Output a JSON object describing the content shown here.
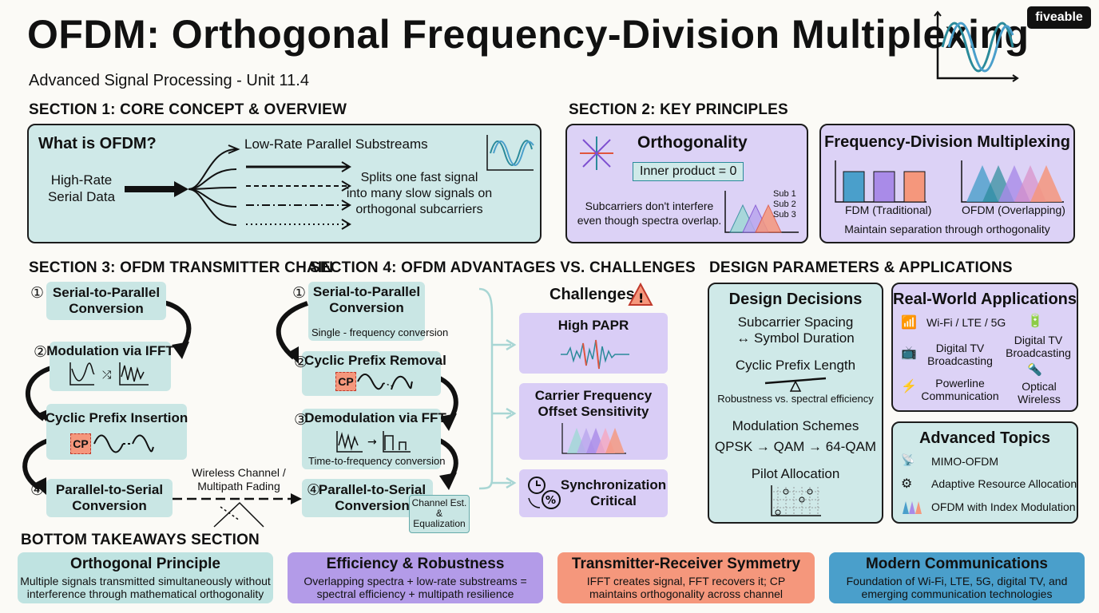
{
  "header": {
    "title": "OFDM: Orthogonal Frequency-Division Multiplexing",
    "subtitle": "Advanced Signal Processing - Unit 11.4",
    "brand": "fiveable"
  },
  "section1": {
    "heading": "SECTION 1: CORE CONCEPT & OVERVIEW",
    "box_title": "What is OFDM?",
    "input_label": "High-Rate\nSerial Data",
    "streams_label": "Low-Rate Parallel Substreams",
    "description": "Splits one fast signal\ninto many slow signals on\northogonal subcarriers"
  },
  "section2": {
    "heading": "SECTION 2: KEY PRINCIPLES",
    "orthogonality": {
      "title": "Orthogonality",
      "formula": "Inner product = 0",
      "desc": "Subcarriers don't interfere\neven though spectra overlap.",
      "sub_labels": [
        "Sub 1",
        "Sub 2",
        "Sub 3"
      ]
    },
    "fdm": {
      "title": "Frequency-Division Multiplexing",
      "left_label": "FDM (Traditional)",
      "right_label": "OFDM (Overlapping)",
      "desc": "Maintain separation through orthogonality"
    }
  },
  "section3": {
    "heading": "SECTION 3: OFDM TRANSMITTER CHAIN",
    "steps": [
      {
        "num": "①",
        "label": "Serial-to-Parallel\nConversion"
      },
      {
        "num": "②",
        "label": "Modulation via IFFT"
      },
      {
        "num": "",
        "label": "Cyclic Prefix Insertion"
      },
      {
        "num": "④",
        "label": "Parallel-to-Serial\nConversion"
      }
    ],
    "cp_tag": "CP",
    "channel_label": "Wireless Channel /\nMultipath Fading"
  },
  "section4": {
    "heading": "SECTION 4: OFDM ADVANTAGES VS. CHALLENGES",
    "steps": [
      {
        "num": "①",
        "label": "Serial-to-Parallel\nConversion",
        "note": "Single - frequency conversion"
      },
      {
        "num": "②",
        "label": "Cyclic Prefix Removal",
        "note": ""
      },
      {
        "num": "③",
        "label": "Demodulation via FFT",
        "note": "Time-to-frequency conversion"
      },
      {
        "num": "④",
        "label": "Parallel-to-Serial\nConversion",
        "note": ""
      }
    ],
    "cp_tag": "CP",
    "channel_est": "Channel Est.\n&\nEqualization",
    "challenges_title": "Challenges",
    "challenges": [
      "High PAPR",
      "Carrier Frequency\nOffset Sensitivity",
      "Synchronization\nCritical"
    ]
  },
  "design": {
    "heading": "DESIGN PARAMETERS & APPLICATIONS",
    "decisions_title": "Design Decisions",
    "decisions": [
      {
        "title": "Subcarrier Spacing\n↔ Symbol Duration",
        "note": ""
      },
      {
        "title": "Cyclic Prefix Length",
        "note": "Robustness vs. spectral efficiency"
      },
      {
        "title": "Modulation Schemes",
        "note": "QPSK → QAM → 64-QAM"
      },
      {
        "title": "Pilot Allocation",
        "note": ""
      }
    ],
    "apps_title": "Real-World Applications",
    "apps": [
      "Wi-Fi / LTE / 5G",
      "Digital TV\nBroadcasting",
      "Digital TV\nBroadcasting",
      "Powerline\nCommunication",
      "Optical\nWireless"
    ],
    "advanced_title": "Advanced Topics",
    "advanced": [
      "MIMO-OFDM",
      "Adaptive Resource Allocation",
      "OFDM with Index Modulation"
    ]
  },
  "takeaways": {
    "heading": "BOTTOM TAKEAWAYS SECTION",
    "items": [
      {
        "title": "Orthogonal Principle",
        "desc": "Multiple signals transmitted simultaneously without\ninterference through mathematical orthogonality",
        "color": "#bfe3e1"
      },
      {
        "title": "Efficiency & Robustness",
        "desc": "Overlapping spectra + low-rate substreams =\nspectral efficiency + multipath resilience",
        "color": "#b39be8"
      },
      {
        "title": "Transmitter-Receiver Symmetry",
        "desc": "IFFT creates signal, FFT recovers it; CP\nmaintains orthogonality across channel",
        "color": "#f5977c"
      },
      {
        "title": "Modern Communications",
        "desc": "Foundation of Wi-Fi, LTE, 5G, digital TV, and\nemerging communication technologies",
        "color": "#4a9fcb"
      }
    ]
  },
  "colors": {
    "teal": "#cfe9e8",
    "purple": "#dcd2f6",
    "orange": "#f5977c",
    "blue": "#4a9fcb",
    "dark_teal": "#2a8a9a",
    "red": "#e0553d"
  }
}
